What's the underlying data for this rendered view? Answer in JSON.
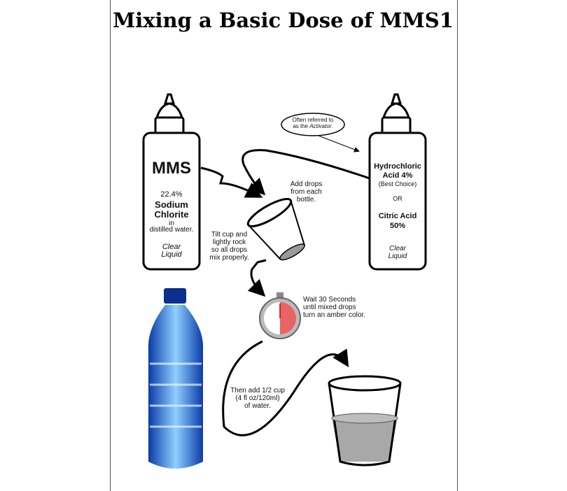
{
  "title": "Mixing a Basic Dose of MMS1",
  "left_bottle": {
    "name": "MMS",
    "percent": "22.4%",
    "chem1": "Sodium",
    "chem2": "Chlorite",
    "in": "in",
    "water": "distilled water.",
    "clear": "Clear",
    "liquid": "Liquid"
  },
  "right_bottle": {
    "line1": "Hydrochloric",
    "line2": "Acid 4%",
    "note": "(Best Choice)",
    "or": "OR",
    "line3": "Citric Acid",
    "line4": "50%",
    "clear": "Clear",
    "liquid": "Liquid"
  },
  "callout": {
    "line1": "Often referred to",
    "line2_prefix": "as the ",
    "line2_em": "Activator",
    "line2_suffix": "."
  },
  "steps": {
    "add_drops": [
      "Add drops",
      "from each",
      "bottle."
    ],
    "tilt": [
      "Tilt cup and",
      "lightly rock",
      "so all drops",
      "mix properly."
    ],
    "wait": [
      "Wait 30 Seconds",
      "until mixed drops",
      "turn an amber color."
    ],
    "water": [
      "Then add 1/2 cup",
      "(4 fl oz/120ml)",
      "of water."
    ]
  }
}
